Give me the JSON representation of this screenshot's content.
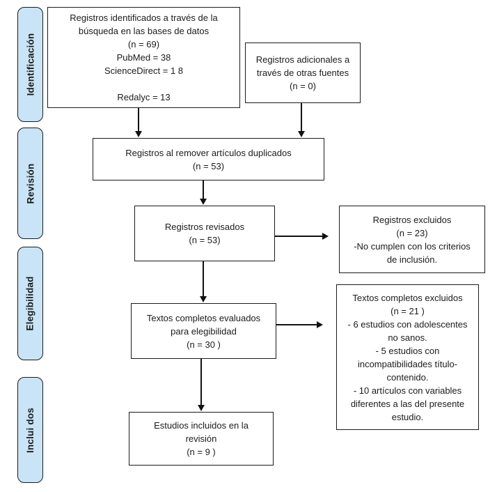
{
  "colors": {
    "sidebar_fill": "#c9e4f6",
    "box_border": "#1a1a1a",
    "line_color": "#111111",
    "background": "#ffffff"
  },
  "sidebar": {
    "labels": [
      "Identificación",
      "Revisión",
      "Elegibilidad",
      "Inclui dos"
    ]
  },
  "boxes": {
    "identified": {
      "lines": [
        "Registros identificados a través de la",
        "búsqueda en las bases de datos",
        "(n = 69)",
        "PubMed = 38",
        "ScienceDirect = 1 8",
        "",
        "Redalyc = 13"
      ]
    },
    "additional": {
      "lines": [
        "Registros adicionales a",
        "través de otras fuentes",
        "(n = 0)"
      ]
    },
    "deduplicated": {
      "lines": [
        "Registros al remover artículos duplicados",
        "(n = 53)"
      ]
    },
    "screened": {
      "lines": [
        "Registros revisados",
        "(n = 53)"
      ]
    },
    "excluded_screening": {
      "lines": [
        "Registros excluidos",
        "(n = 23)",
        "-No cumplen con los criterios",
        "de inclusión."
      ]
    },
    "fulltext": {
      "lines": [
        "Textos completos evaluados",
        "para elegibilidad",
        "(n = 30 )"
      ]
    },
    "excluded_fulltext": {
      "lines": [
        "Textos completos excluidos",
        "(n = 21 )",
        "- 6 estudios con adolescentes",
        "no sanos.",
        "- 5 estudios con",
        "incompatibilidades título-",
        "contenido.",
        "- 10 artículos con variables",
        "diferentes a las del presente",
        "estudio."
      ]
    },
    "included": {
      "lines": [
        "Estudios incluidos en la",
        "revisión",
        "(n = 9 )"
      ]
    }
  }
}
